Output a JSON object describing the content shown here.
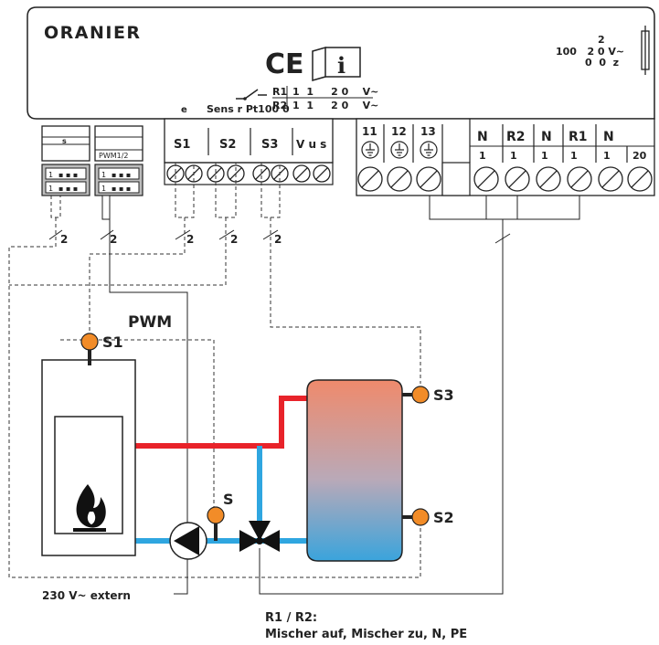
{
  "device": {
    "brand": "ORANIER",
    "ce_mark": "CE",
    "info_icon": "i",
    "power_label_line1": "2",
    "power_label_line2": "100   2 0 V~",
    "power_label_line3": "0  0  z",
    "relay_r1": "R1",
    "relay_r1_value": "1  1     2 0    V~",
    "relay_r2": "R2",
    "relay_r2_value": "1  1     2 0    V~",
    "sensor_header_prefix": "e",
    "sensor_header": "Sens r Pt100 0"
  },
  "left_module": {
    "slot1_top": "s",
    "slot2_bottom": "PWM1/2",
    "connector_pin": "1"
  },
  "terminals": {
    "sensor_labels": [
      "S1",
      "S2",
      "S3",
      "V u s"
    ],
    "earth_labels": [
      "11",
      "12",
      "13"
    ],
    "mains_top": [
      "N",
      "R2",
      "N",
      "R1",
      "N"
    ],
    "mains_bottom": [
      "1",
      "1",
      "1",
      "1",
      "1",
      "20"
    ]
  },
  "cable_counts": [
    "2",
    "2",
    "2",
    "2",
    "2"
  ],
  "diagram": {
    "pwm_label": "PWM",
    "boiler_sensor": "S1",
    "pump_sensor": "S",
    "tank_sensor_top": "S3",
    "tank_sensor_bottom": "S2",
    "extern_label": "230 V~ extern",
    "mixer_title": "R1 / R2:",
    "mixer_desc": "Mischer auf, Mischer zu, N, PE"
  },
  "colors": {
    "hot_pipe": "#e8232a",
    "cold_pipe": "#2fa6e0",
    "sensor": "#f28c28",
    "tank_top": "#ef8a6c",
    "tank_bottom": "#3aa4dc"
  }
}
